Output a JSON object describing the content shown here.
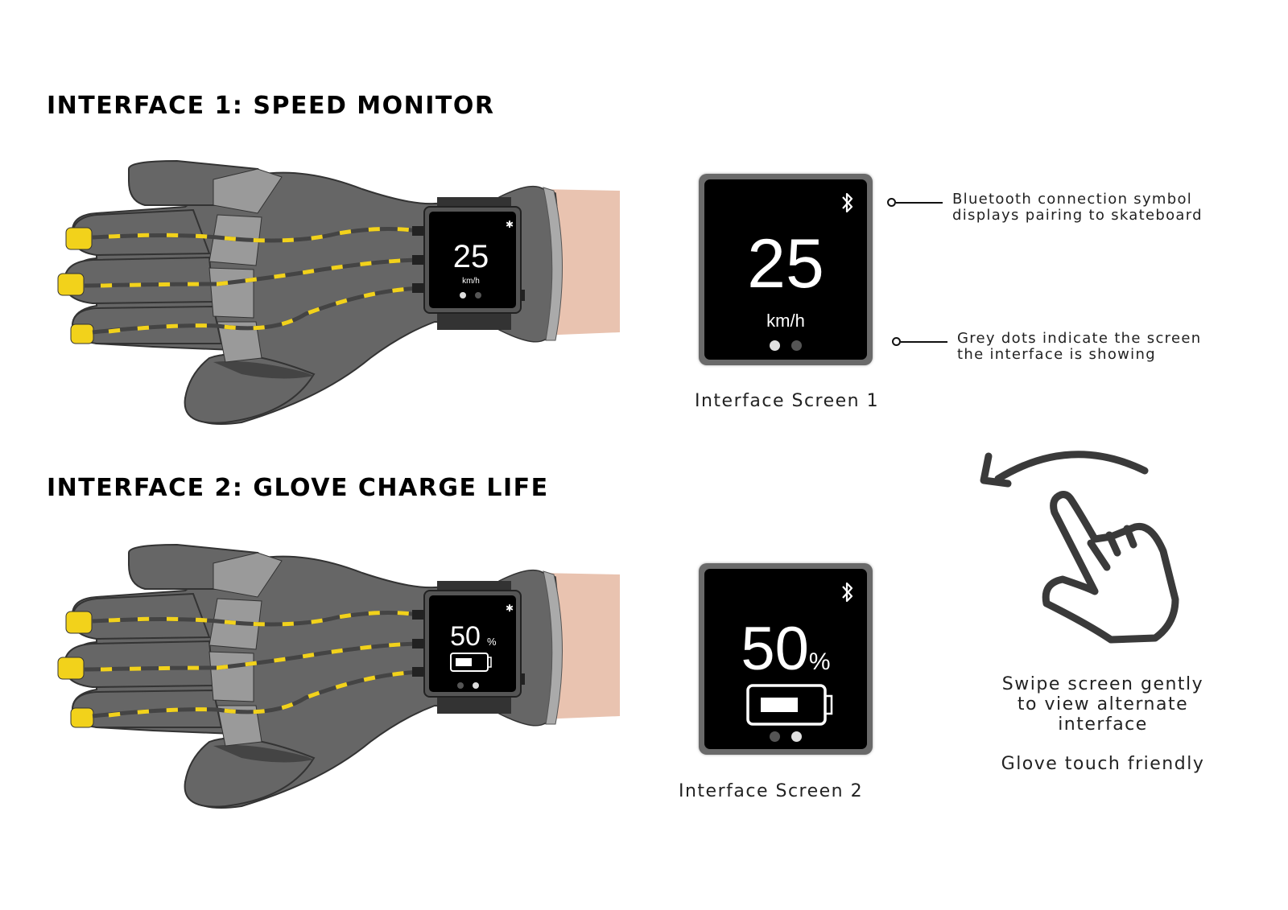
{
  "section1": {
    "heading": "INTERFACE 1: SPEED MONITOR",
    "glove_screen": {
      "value": "25",
      "unit": "km/h"
    },
    "screen": {
      "value": "25",
      "unit": "km/h",
      "icon": "bluetooth-icon",
      "dots": [
        {
          "state": "active",
          "color": "#e0e0e0"
        },
        {
          "state": "inactive",
          "color": "#555555"
        }
      ],
      "caption": "Interface Screen 1"
    },
    "callouts": [
      {
        "line1": "Bluetooth connection symbol",
        "line2": "displays pairing to skateboard"
      },
      {
        "line1": "Grey dots indicate the screen",
        "line2": "the interface is showing"
      }
    ]
  },
  "section2": {
    "heading": "INTERFACE 2: GLOVE CHARGE LIFE",
    "glove_screen": {
      "value": "50",
      "unit": "%"
    },
    "screen": {
      "value": "50",
      "unit": "%",
      "icon": "bluetooth-icon",
      "battery_icon": "battery-half-icon",
      "dots": [
        {
          "state": "inactive",
          "color": "#555555"
        },
        {
          "state": "active",
          "color": "#e0e0e0"
        }
      ],
      "caption": "Interface Screen 2"
    }
  },
  "swipe": {
    "icon": "swipe-gesture-icon",
    "text_lines": [
      "Swipe screen gently",
      "to view alternate",
      "interface"
    ],
    "note": "Glove touch friendly"
  },
  "colors": {
    "glove_body": "#666666",
    "glove_dark": "#444444",
    "glove_light": "#9a9a9a",
    "led_yellow": "#f2d21b",
    "skin": "#e9c3b0",
    "screen_bezel": "#6a6a6a"
  }
}
